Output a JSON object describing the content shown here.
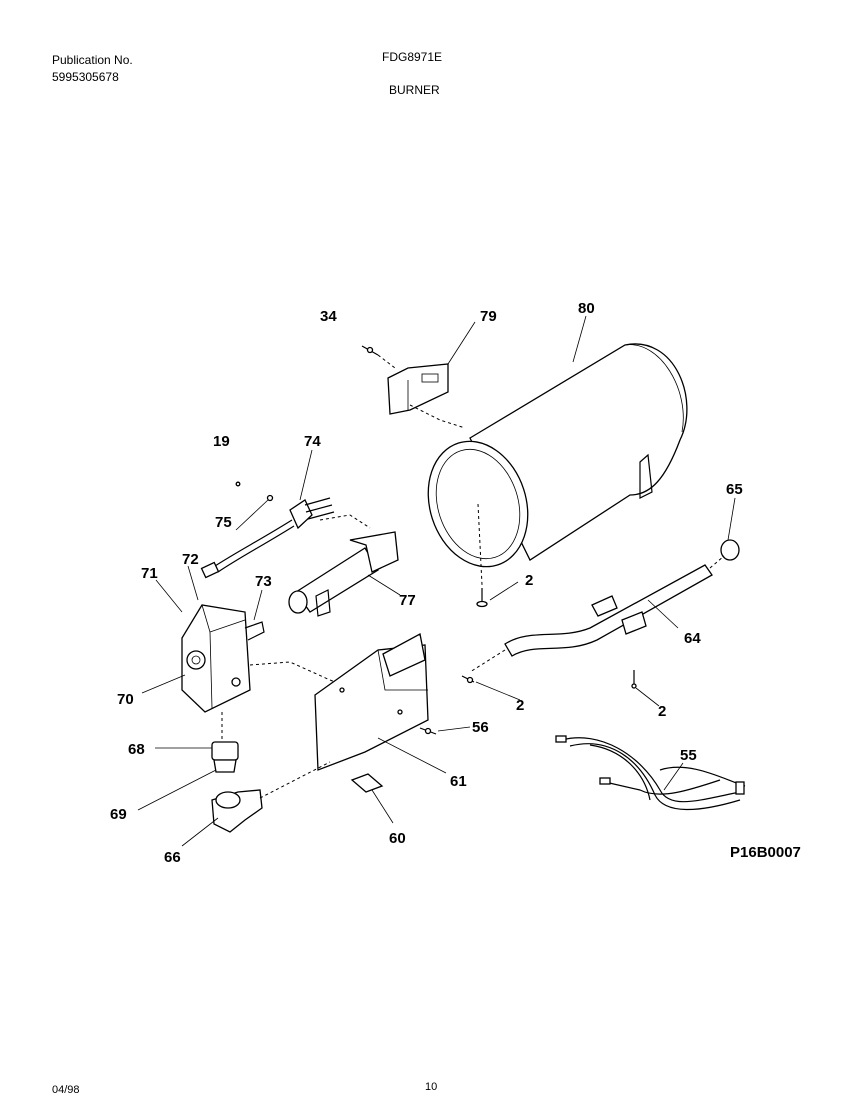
{
  "header": {
    "publication_label": "Publication No.",
    "publication_number": "5995305678",
    "model": "FDG8971E",
    "section": "BURNER"
  },
  "diagram": {
    "callouts": [
      "34",
      "79",
      "80",
      "19",
      "74",
      "75",
      "72",
      "71",
      "73",
      "77",
      "65",
      "2",
      "2",
      "2",
      "64",
      "70",
      "56",
      "68",
      "61",
      "55",
      "69",
      "60",
      "66"
    ],
    "drawing_code": "P16B0007"
  },
  "footer": {
    "date": "04/98",
    "page": "10"
  }
}
